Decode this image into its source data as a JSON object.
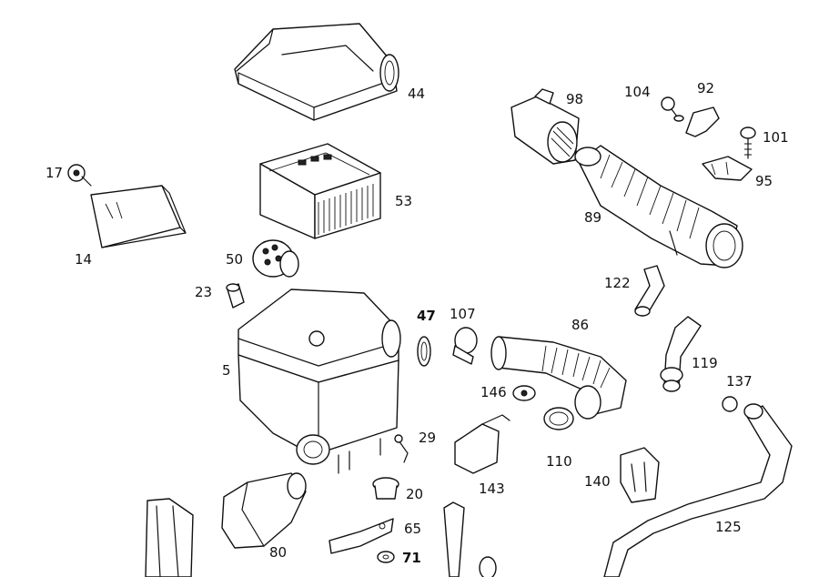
{
  "callouts": {
    "c5": "5",
    "c14": "14",
    "c17": "17",
    "c20": "20",
    "c23": "23",
    "c29": "29",
    "c44": "44",
    "c47": "47",
    "c50": "50",
    "c53": "53",
    "c65": "65",
    "c71": "71",
    "c80": "80",
    "c86": "86",
    "c89": "89",
    "c92": "92",
    "c95": "95",
    "c98": "98",
    "c101": "101",
    "c104": "104",
    "c107": "107",
    "c110": "110",
    "c119": "119",
    "c122": "122",
    "c125": "125",
    "c137": "137",
    "c140": "140",
    "c143": "143",
    "c146": "146"
  }
}
